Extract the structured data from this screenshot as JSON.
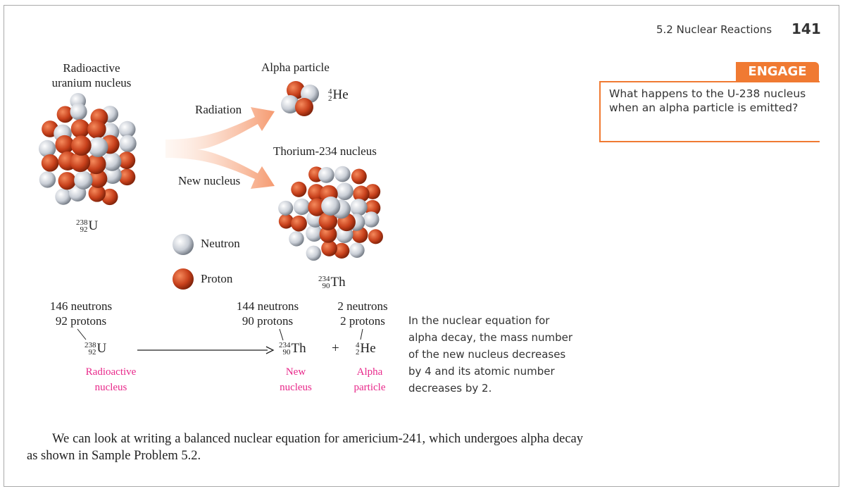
{
  "header": {
    "section": "5.2 Nuclear Reactions",
    "page_number": "141"
  },
  "engage": {
    "tab": "ENGAGE",
    "question": "What happens to the U-238 nucleus when an alpha particle is emitted?"
  },
  "figure": {
    "uranium_label_1": "Radioactive",
    "uranium_label_2": "uranium nucleus",
    "alpha_label": "Alpha particle",
    "radiation_label": "Radiation",
    "new_nucleus_label": "New nucleus",
    "thorium_label": "Thorium-234 nucleus",
    "legend": {
      "neutron": "Neutron",
      "proton": "Proton"
    },
    "u": {
      "mass": "238",
      "z": "92",
      "sym": "U"
    },
    "th": {
      "mass": "234",
      "z": "90",
      "sym": "Th"
    },
    "he": {
      "mass": "4",
      "z": "2",
      "sym": "He"
    },
    "colors": {
      "proton": "#c8411c",
      "neutron": "#d4d8de",
      "accent": "#f07a32",
      "pink": "#e8288a"
    }
  },
  "equation": {
    "u_counts": [
      "146 neutrons",
      "92 protons"
    ],
    "th_counts": [
      "144 neutrons",
      "90 protons"
    ],
    "he_counts": [
      "2 neutrons",
      "2 protons"
    ],
    "plus": "+",
    "u_caption": [
      "Radioactive",
      "nucleus"
    ],
    "th_caption": [
      "New",
      "nucleus"
    ],
    "he_caption": [
      "Alpha",
      "particle"
    ],
    "note": "In the nuclear equation for alpha decay, the mass number of the new nucleus decreases by 4 and its atomic number decreases by 2."
  },
  "body_text": "We can look at writing a balanced nuclear equation for americium-241, which undergoes alpha decay as shown in Sample Problem 5.2."
}
